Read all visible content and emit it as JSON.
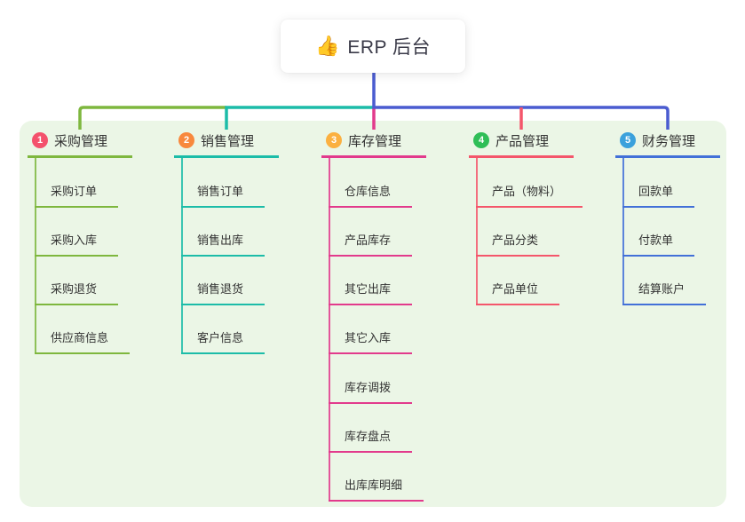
{
  "root": {
    "emoji": "👍",
    "label": "ERP 后台"
  },
  "colors": {
    "panel_background": "#EBF6E6",
    "root_connector": "#4A5CD0",
    "bus_segments": [
      "#7EB73E",
      "#1CBCA8",
      "#4A5CD0"
    ]
  },
  "branches": [
    {
      "index": "1",
      "label": "采购管理",
      "badge_color": "#F4516C",
      "line_color": "#7EB73E",
      "children": [
        "采购订单",
        "采购入库",
        "采购退货",
        "供应商信息"
      ]
    },
    {
      "index": "2",
      "label": "销售管理",
      "badge_color": "#F8883D",
      "line_color": "#1CBCA8",
      "children": [
        "销售订单",
        "销售出库",
        "销售退货",
        "客户信息"
      ]
    },
    {
      "index": "3",
      "label": "库存管理",
      "badge_color": "#FBB040",
      "line_color": "#E23A8C",
      "children": [
        "仓库信息",
        "产品库存",
        "其它出库",
        "其它入库",
        "库存调拨",
        "库存盘点",
        "出库库明细"
      ]
    },
    {
      "index": "4",
      "label": "产品管理",
      "badge_color": "#2FBE57",
      "line_color": "#F4566B",
      "children": [
        "产品（物料）",
        "产品分类",
        "产品单位"
      ]
    },
    {
      "index": "5",
      "label": "财务管理",
      "badge_color": "#3BA1DC",
      "line_color": "#4270D8",
      "children": [
        "回款单",
        "付款单",
        "结算账户"
      ]
    }
  ]
}
